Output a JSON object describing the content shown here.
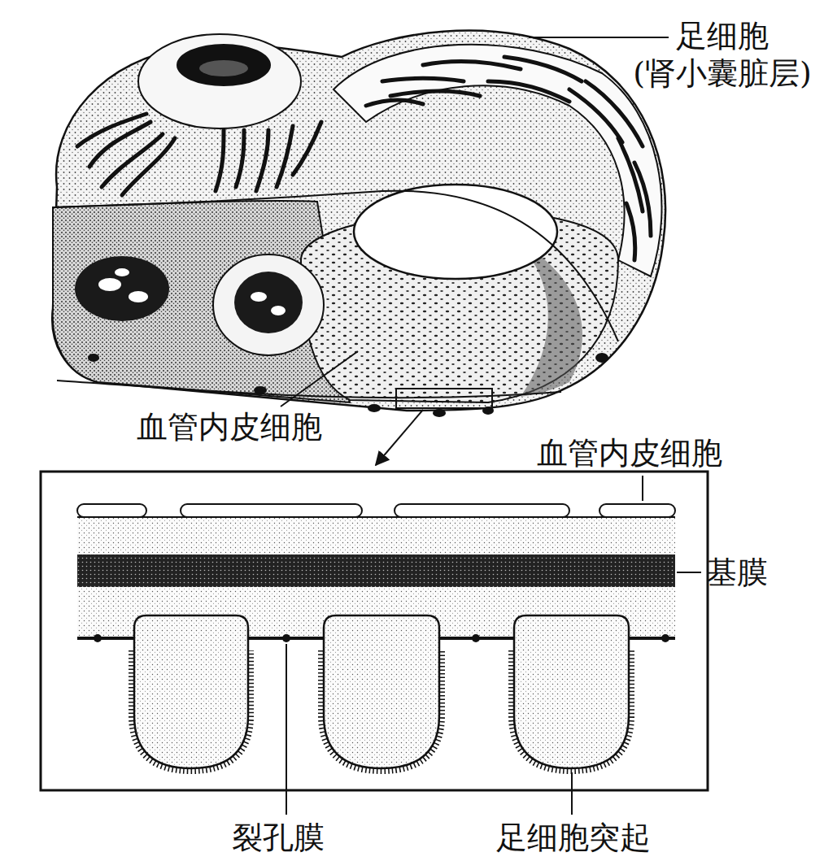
{
  "diagram": {
    "labels": [
      "足细胞 (肾小囊脏层)",
      "血管内皮细胞",
      "血管内皮细胞",
      "基膜",
      "裂孔膜",
      "足细胞突起"
    ]
  }
}
